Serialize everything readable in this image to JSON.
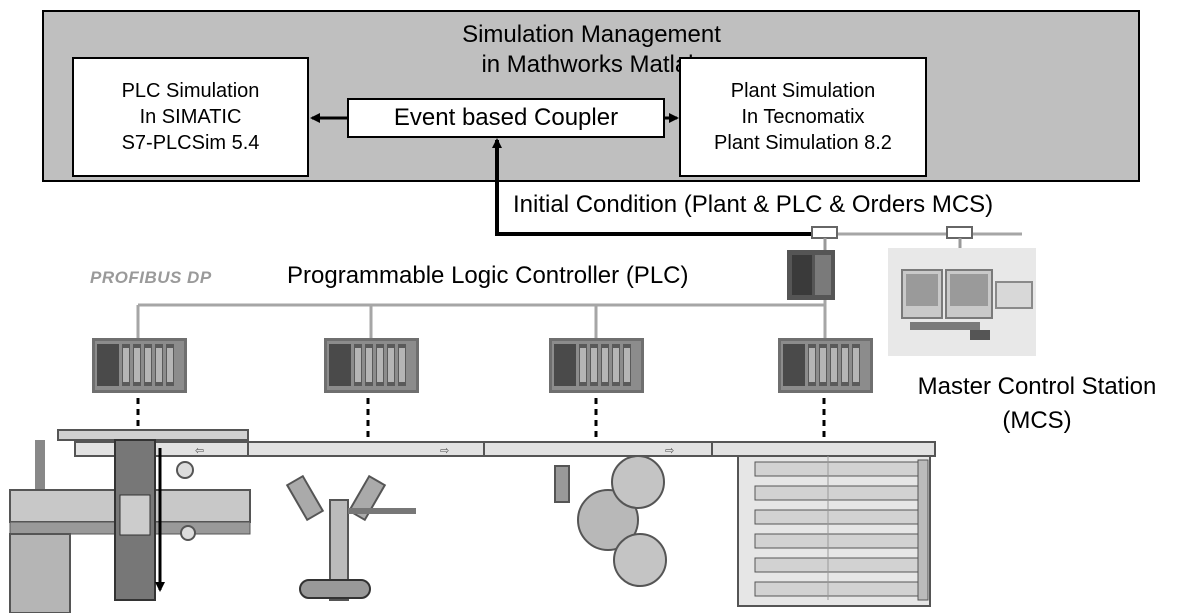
{
  "management": {
    "title_line1": "Simulation Management",
    "title_line2": "in Mathworks Matlab"
  },
  "plc_sim": {
    "line1": "PLC Simulation",
    "line2": "In SIMATIC",
    "line3": "S7-PLCSim 5.4"
  },
  "coupler": {
    "label": "Event based Coupler"
  },
  "plant_sim": {
    "line1": "Plant Simulation",
    "line2": "In Tecnomatix",
    "line3": "Plant Simulation 8.2"
  },
  "initial_condition": "Initial Condition (Plant & PLC & Orders MCS)",
  "bus_label": "PROFIBUS DP",
  "plc_label": "Programmable Logic Controller (PLC)",
  "mcs": {
    "line1": "Master Control Station",
    "line2": "(MCS)"
  },
  "colors": {
    "management_fill": "#bfbfbf",
    "bus_line": "#a6a6a6",
    "equipment": "#808080"
  },
  "icons": [
    "plc-rack-icon",
    "plc-cpu-icon",
    "workstation-icon",
    "conveyor-plant-illustration"
  ]
}
